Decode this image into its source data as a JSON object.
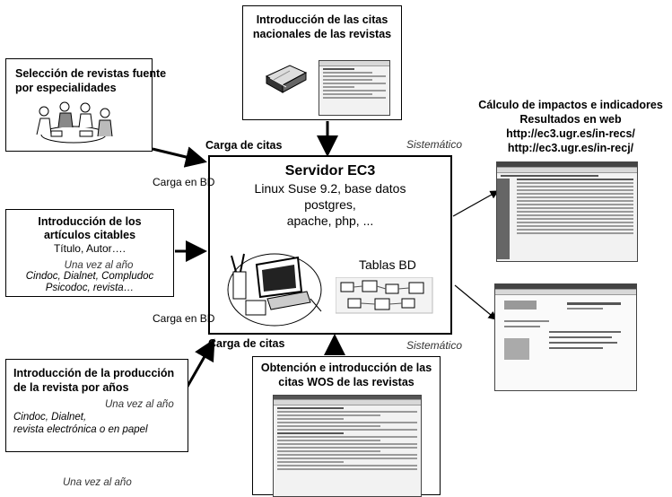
{
  "boxes": {
    "top": [
      "Introducción de las citas",
      "nacionales de las revistas"
    ],
    "left1": [
      "Selección de revistas fuente",
      "por especialidades"
    ],
    "left2_title": [
      "Introducción de los",
      "artículos citables"
    ],
    "left2_sub": "Título, Autor….",
    "left2_sources": [
      "Cindoc, Dialnet, Compludoc",
      "Psicodoc, revista…"
    ],
    "left3_title": [
      "Introducción de la producción",
      "de la revista por años"
    ],
    "left3_sources": [
      "Cindoc, Dialnet,",
      "revista electrónica o en papel"
    ],
    "bottom": [
      "Obtención e introducción de las",
      "citas WOS de las revistas"
    ]
  },
  "server": {
    "title": "Servidor EC3",
    "lines": [
      "Linux Suse 9.2, base datos",
      "postgres,",
      "apache, php, ..."
    ],
    "tables_label": "Tablas BD"
  },
  "labels": {
    "carga_citas_top": "Carga de citas",
    "carga_citas_bottom": "Carga de citas",
    "carga_bd_top": "Carga en BD",
    "carga_bd_bottom": "Carga en BD",
    "sistematico_top": "Sistemático",
    "sistematico_bottom": "Sistemático",
    "una_vez_1": "Una vez al año",
    "una_vez_2": "Una vez al año",
    "una_vez_3": "Una vez al año"
  },
  "right": {
    "title": "Cálculo de impactos e indicadores",
    "subtitle": "Resultados en web",
    "url1": "http://ec3.ugr.es/in-recs/",
    "url2": "http://ec3.ugr.es/in-recj/"
  },
  "icons": [
    "people-meeting-illustration",
    "computer-illustration",
    "books-icon",
    "database-tables-diagram",
    "web-screenshot"
  ]
}
